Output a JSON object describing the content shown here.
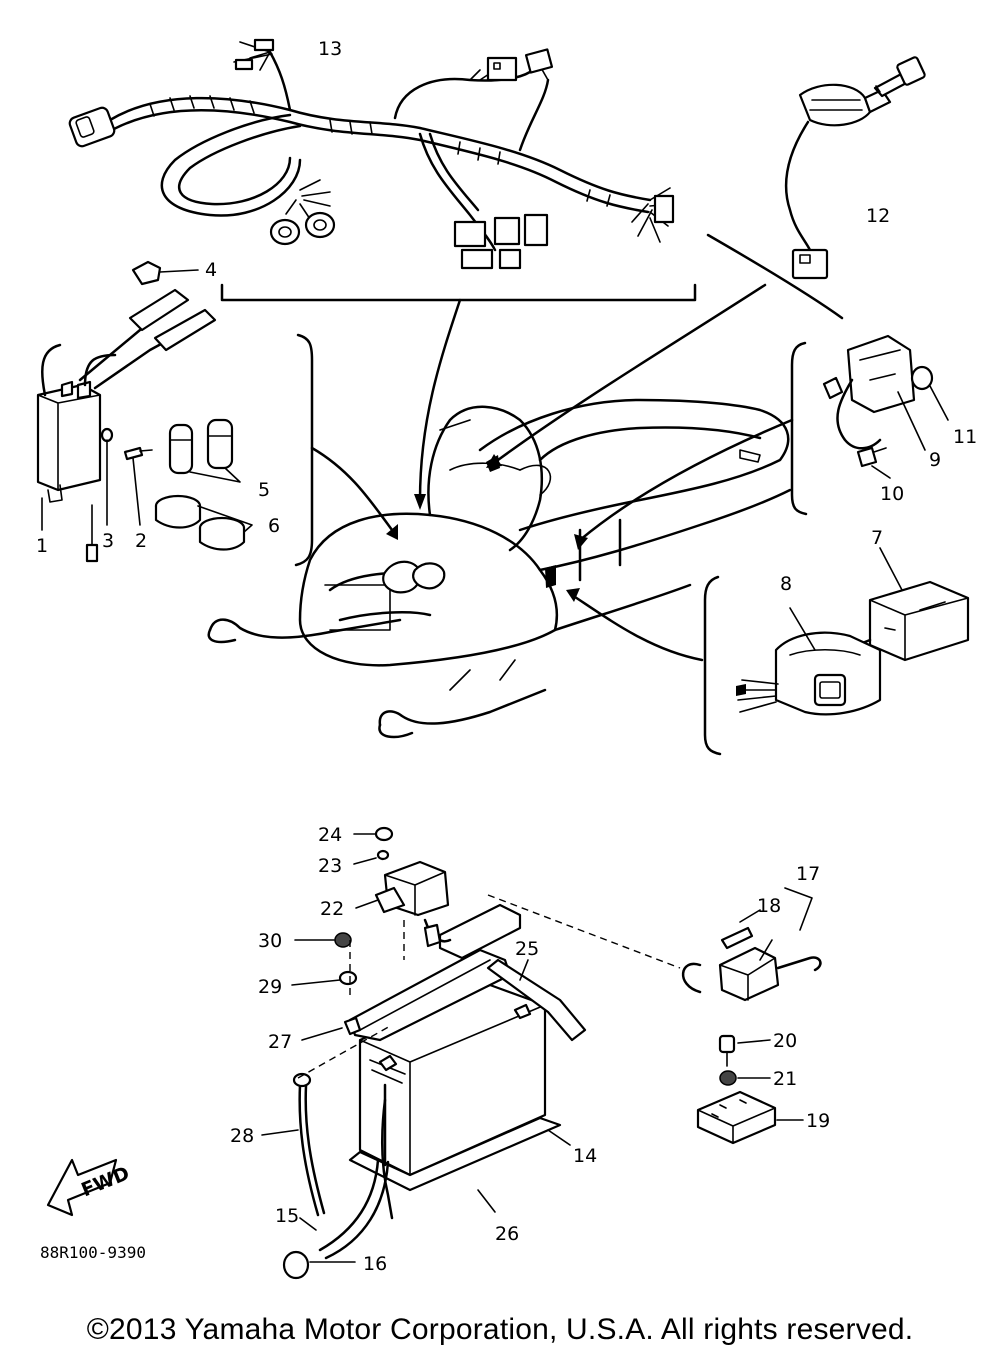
{
  "diagram": {
    "figure_code": "88R100-9390",
    "fwd_badge": "FWD",
    "copyright": "©2013 Yamaha Motor Corporation, U.S.A. All rights reserved.",
    "labels": {
      "p1": "1",
      "p2": "2",
      "p3": "3",
      "p4": "4",
      "p5": "5",
      "p6": "6",
      "p7": "7",
      "p8": "8",
      "p9": "9",
      "p10": "10",
      "p11": "11",
      "p12": "12",
      "p13": "13",
      "p14": "14",
      "p15": "15",
      "p16": "16",
      "p17": "17",
      "p18": "18",
      "p19": "19",
      "p20": "20",
      "p21": "21",
      "p22": "22",
      "p23": "23",
      "p24": "24",
      "p25": "25",
      "p26": "26",
      "p27": "27",
      "p28": "28",
      "p29": "29",
      "p30": "30"
    }
  }
}
